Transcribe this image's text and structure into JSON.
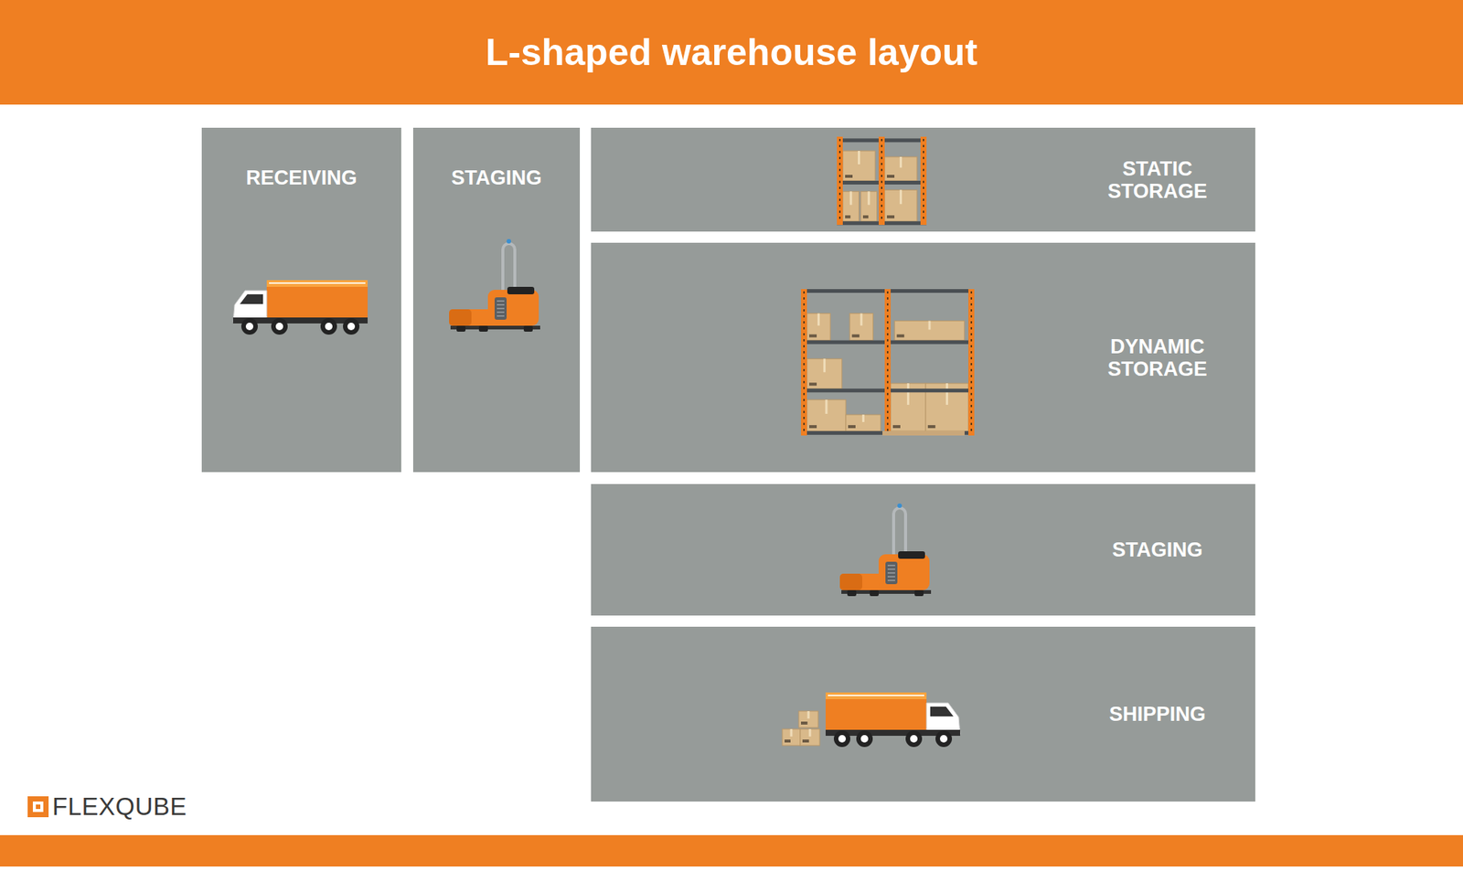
{
  "diagram": {
    "title": "L-shaped warehouse layout",
    "nodes": [
      {
        "text": [
          "RECEIVING"
        ]
      },
      {
        "text": [
          "STAGING"
        ]
      },
      {
        "text": [
          "STATIC STORAGE"
        ]
      },
      {
        "text": [
          "DYNAMIC STORAGE"
        ]
      },
      {
        "text": [
          "STAGING"
        ]
      },
      {
        "text": [
          "SHIPPING"
        ]
      }
    ],
    "labels": [
      "FLEXQUBE"
    ]
  }
}
